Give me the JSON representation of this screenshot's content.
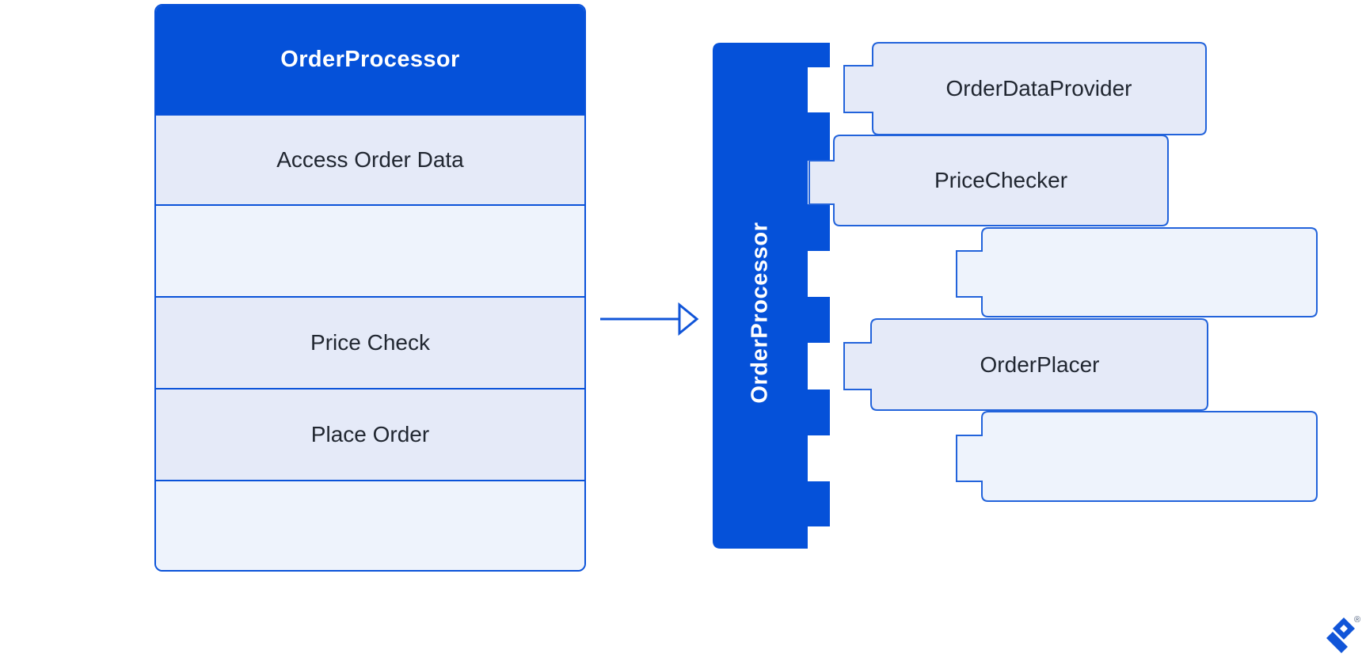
{
  "colors": {
    "primary_blue": "#0551d9",
    "outline_blue": "#0a52d9",
    "component_border_blue": "#2263db",
    "arrow_blue": "#1155d8",
    "fill_lavender": "#e5eaf8",
    "fill_light": "#eef3fc",
    "text_dark": "#212731",
    "label_white": "#ffffff"
  },
  "left_box": {
    "title": "OrderProcessor",
    "rows": [
      {
        "label": "Access Order Data",
        "variant": "filled"
      },
      {
        "label": "",
        "variant": "empty"
      },
      {
        "label": "Price Check",
        "variant": "filled"
      },
      {
        "label": "Place Order",
        "variant": "filled"
      },
      {
        "label": "",
        "variant": "empty"
      }
    ]
  },
  "arrow": {
    "direction": "right",
    "style": "open-triangle-head"
  },
  "right_assembly": {
    "bar_label": "OrderProcessor",
    "components": [
      {
        "label": "OrderDataProvider",
        "variant": "filled"
      },
      {
        "label": "PriceChecker",
        "variant": "filled"
      },
      {
        "label": "",
        "variant": "empty"
      },
      {
        "label": "OrderPlacer",
        "variant": "filled"
      },
      {
        "label": "",
        "variant": "empty"
      }
    ]
  },
  "icons": {
    "logo_mark": "toptal-mark",
    "registered_mark": "®"
  }
}
